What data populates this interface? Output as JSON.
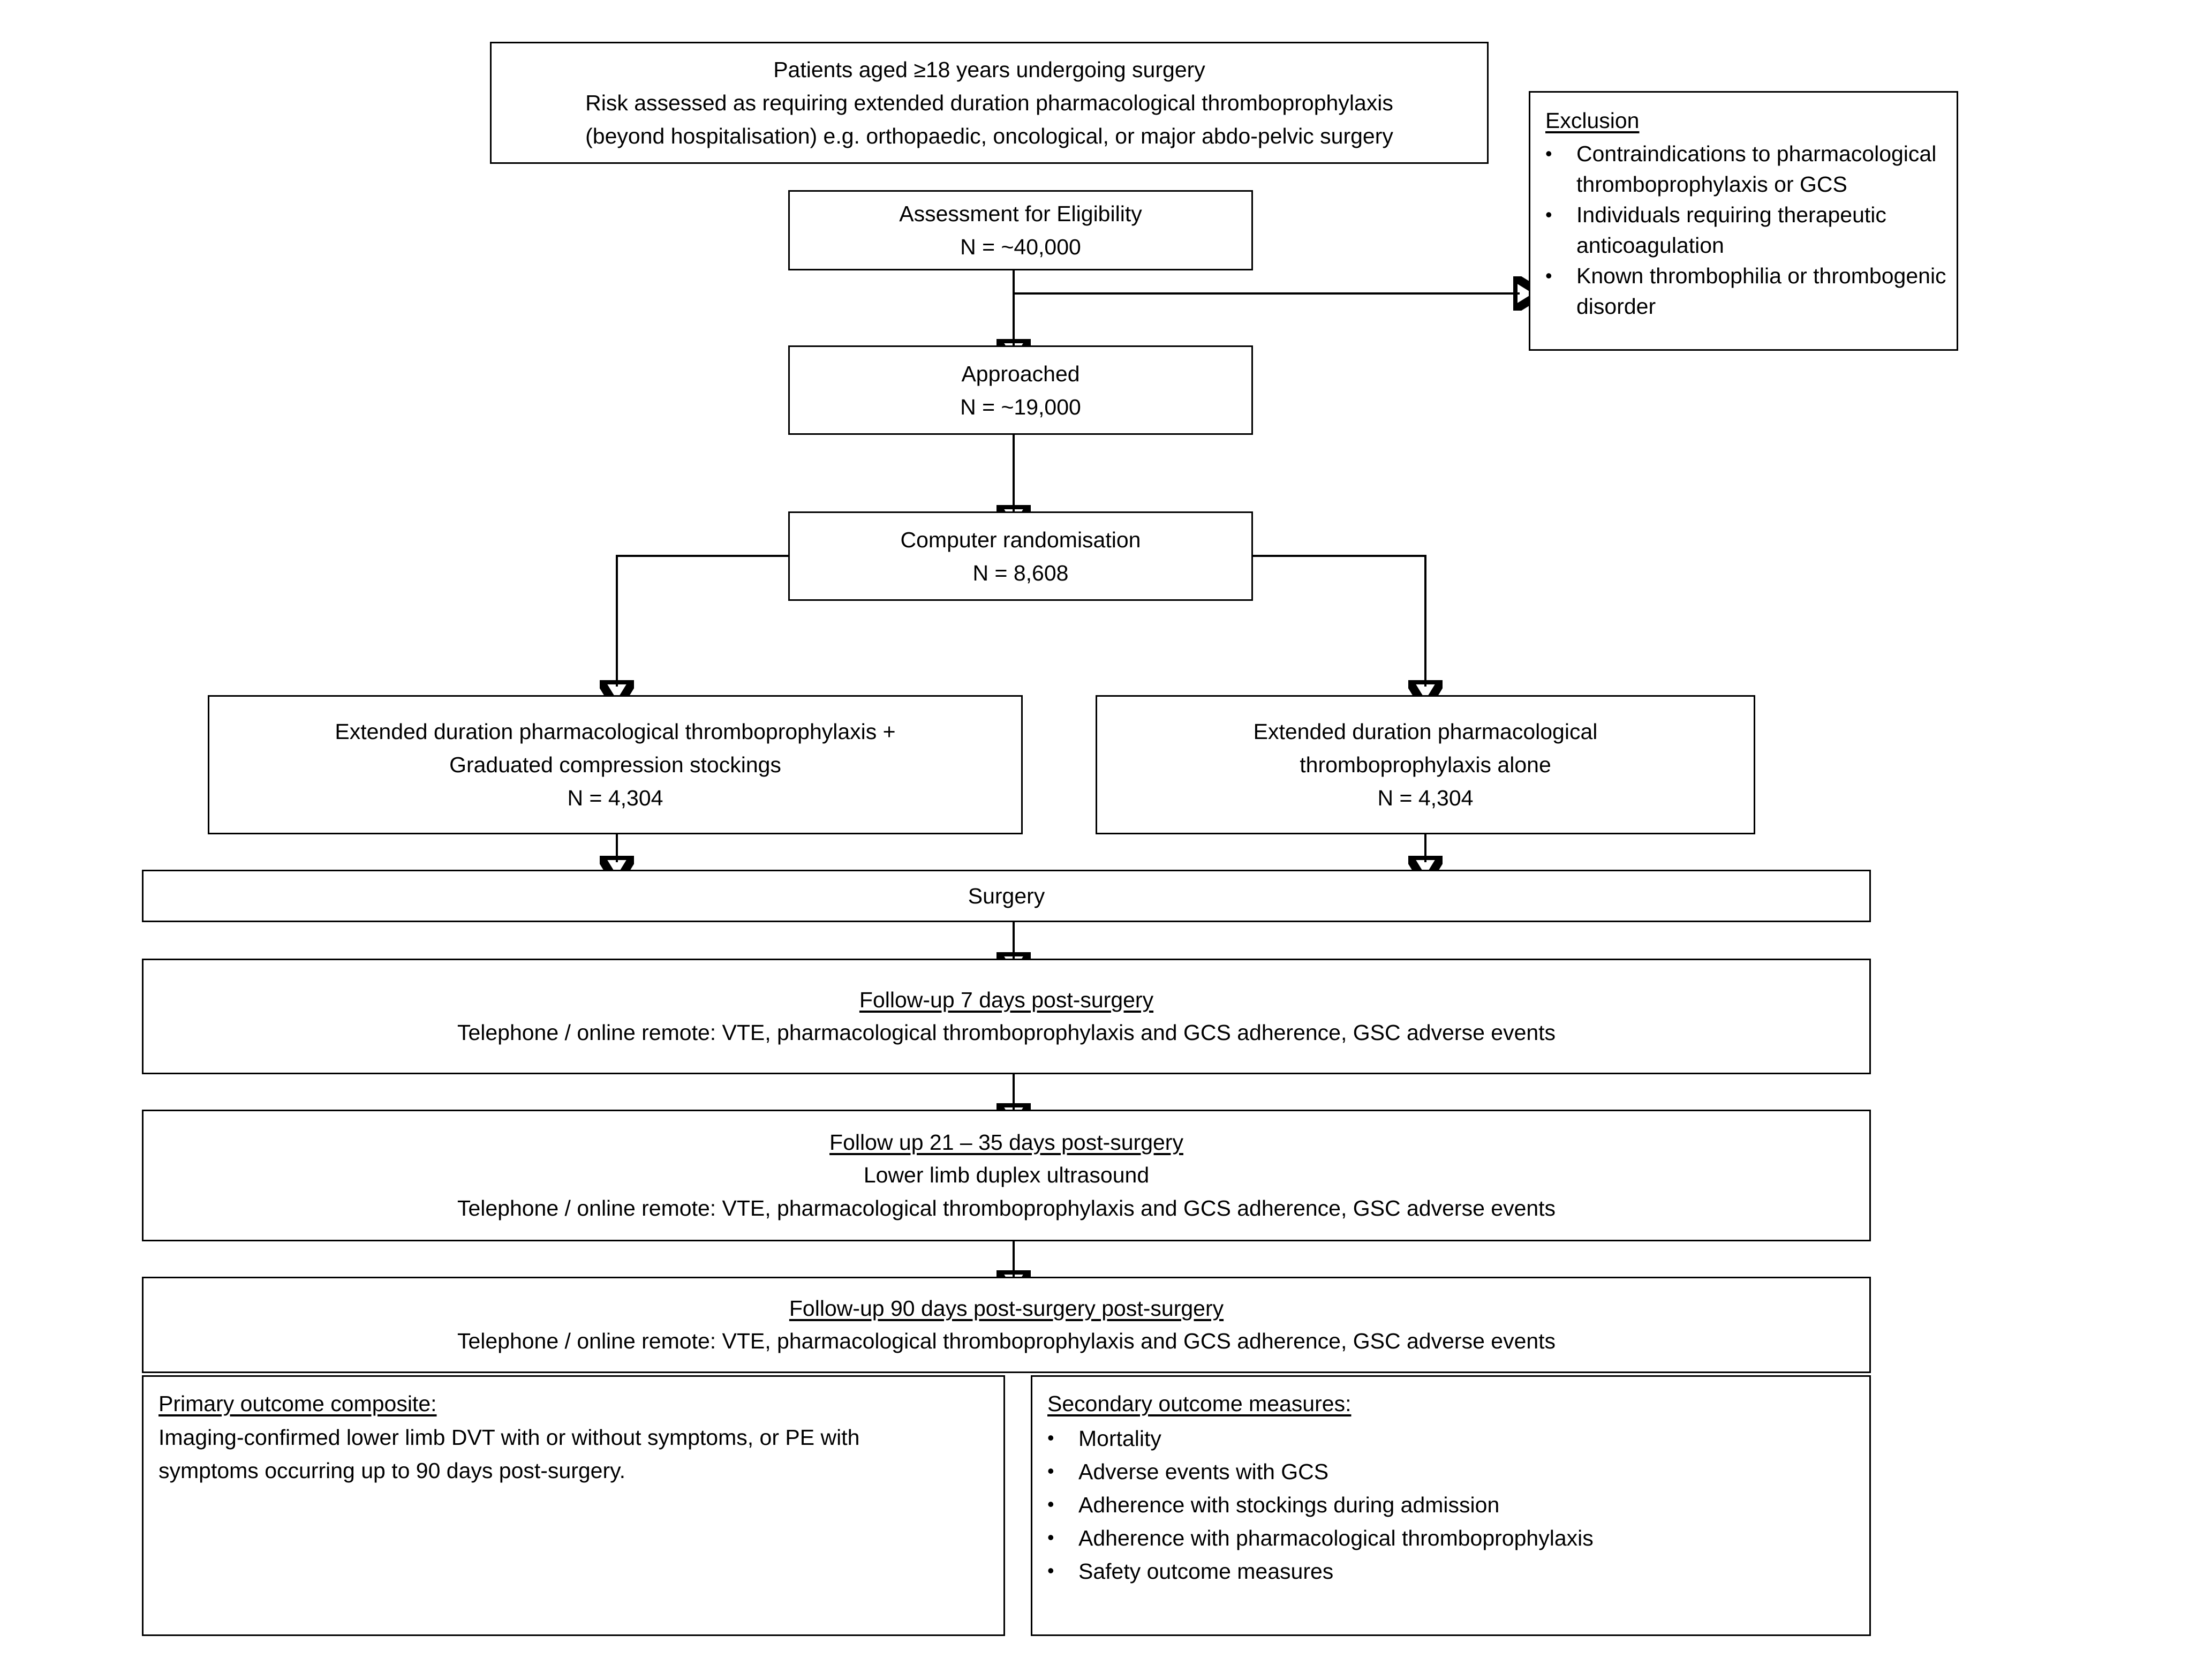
{
  "diagram": {
    "title": "Randomised controlled trial flow diagram",
    "accent_color": "#000000",
    "background_color": "#ffffff"
  },
  "eligibility_criteria": {
    "line1": "Patients aged ≥18 years undergoing surgery",
    "line2": "Risk assessed as requiring extended duration pharmacological thromboprophylaxis",
    "line3": "(beyond hospitalisation) e.g. orthopaedic, oncological, or major abdo-pelvic surgery"
  },
  "exclusion": {
    "heading": "Exclusion",
    "items": [
      "Contraindications to pharmacological thromboprophylaxis or GCS",
      "Individuals requiring therapeutic anticoagulation",
      "Known thrombophilia or thrombogenic disorder"
    ]
  },
  "assessment": {
    "label": "Assessment for Eligibility",
    "n": "N = ~40,000"
  },
  "approached": {
    "label": "Approached",
    "n": "N = ~19,000"
  },
  "randomisation": {
    "label": "Computer randomisation",
    "n": "N = 8,608"
  },
  "arm_intervention": {
    "line1": "Extended duration pharmacological thromboprophylaxis +",
    "line2": "Graduated compression stockings",
    "n": "N = 4,304"
  },
  "arm_control": {
    "line1": "Extended duration pharmacological",
    "line2": "thromboprophylaxis alone",
    "n": "N = 4,304"
  },
  "surgery": {
    "label": "Surgery"
  },
  "followup_7": {
    "heading": "Follow-up 7 days post-surgery",
    "detail": "Telephone / online remote: VTE, pharmacological thromboprophylaxis and GCS adherence, GSC adverse events"
  },
  "followup_21_35": {
    "heading": "Follow up 21 – 35 days post-surgery",
    "detail1": "Lower limb duplex ultrasound",
    "detail2": "Telephone / online remote: VTE, pharmacological thromboprophylaxis and GCS adherence, GSC adverse events"
  },
  "followup_90": {
    "heading": "Follow-up 90 days post-surgery post-surgery",
    "detail": "Telephone / online remote: VTE, pharmacological thromboprophylaxis and GCS adherence, GSC adverse events"
  },
  "primary_outcome": {
    "heading": "Primary outcome composite:",
    "line1": "Imaging-confirmed lower limb DVT with or without symptoms, or PE with",
    "line2": "symptoms occurring up to 90 days post-surgery."
  },
  "secondary_outcome": {
    "heading": "Secondary outcome measures:",
    "items": [
      "Mortality",
      "Adverse events with GCS",
      "Adherence with stockings during admission",
      "Adherence with pharmacological thromboprophylaxis",
      "Safety outcome measures"
    ]
  }
}
